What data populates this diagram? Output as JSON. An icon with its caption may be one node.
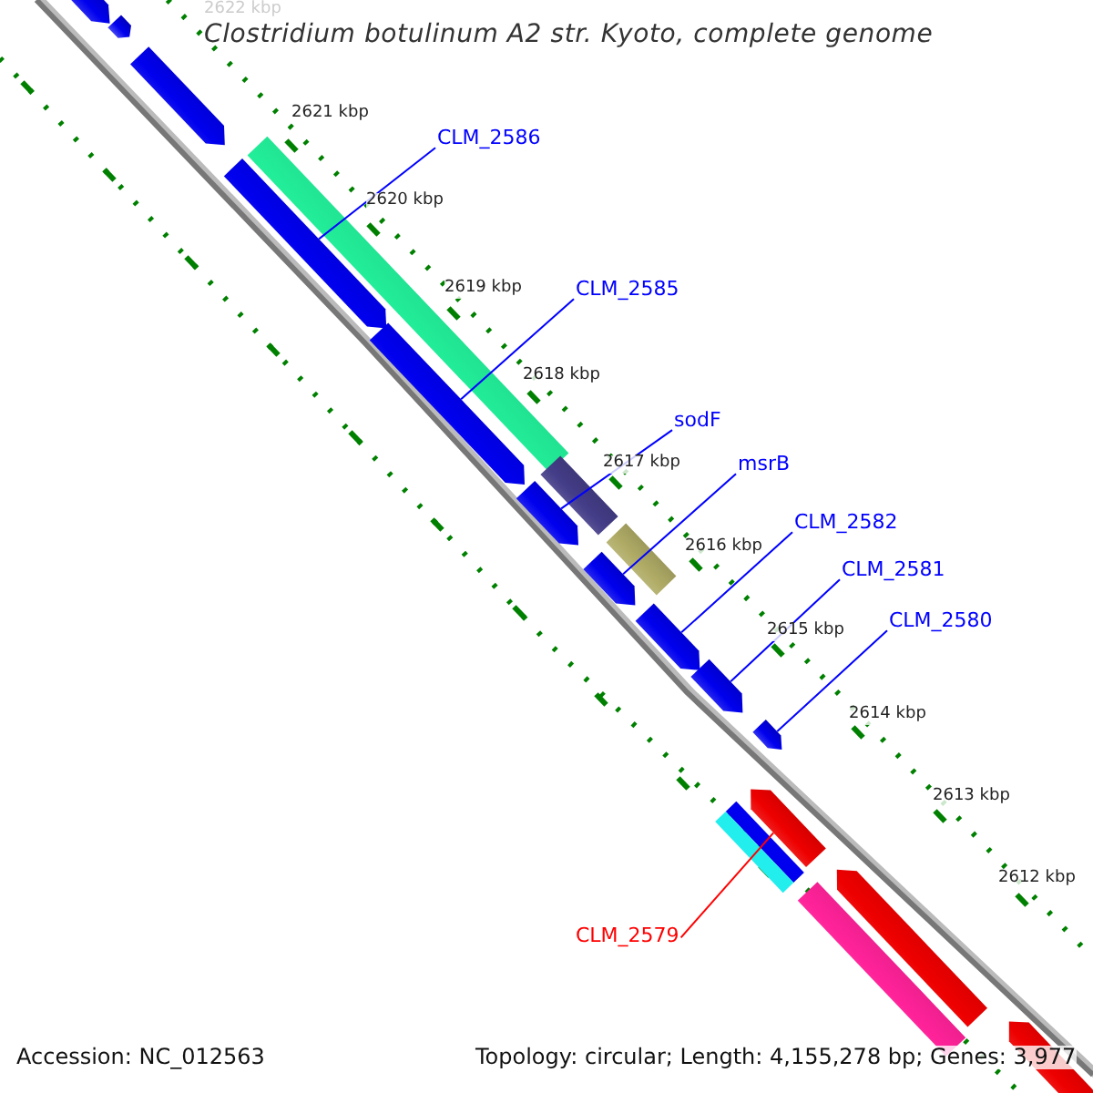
{
  "diagram": {
    "title": "Clostridium botulinum A2 str. Kyoto, complete genome",
    "nodes": [
      {
        "text": [
          "CLM_2586"
        ]
      },
      {
        "text": [
          "CLM_2585"
        ]
      },
      {
        "text": [
          "sodF"
        ]
      },
      {
        "text": [
          "msrB"
        ]
      },
      {
        "text": [
          "CLM_2582"
        ]
      },
      {
        "text": [
          "CLM_2581"
        ]
      },
      {
        "text": [
          "CLM_2580"
        ]
      },
      {
        "text": [
          "CLM_2579"
        ]
      },
      {
        "text": [],
        "shape": "arrow"
      },
      {
        "text": [],
        "shape": "arrow"
      },
      {
        "text": [],
        "shape": "arrow"
      },
      {
        "text": [],
        "shape": "arrow"
      },
      {
        "text": [],
        "shape": "arrow"
      },
      {
        "text": [],
        "shape": "arrow"
      },
      {
        "text": [],
        "shape": "arrow"
      },
      {
        "text": [],
        "shape": "arrow"
      },
      {
        "text": [],
        "shape": "arrow"
      },
      {
        "text": [],
        "shape": "arrow"
      },
      {
        "text": [],
        "shape": "arrow"
      },
      {
        "text": [],
        "shape": "bar"
      },
      {
        "text": [],
        "shape": "bar"
      },
      {
        "text": [],
        "shape": "bar"
      },
      {
        "text": [],
        "shape": "bar"
      },
      {
        "text": [],
        "shape": "arrow"
      },
      {
        "text": [],
        "shape": "bar"
      },
      {
        "text": [],
        "shape": "arrow"
      }
    ],
    "edges": [
      {
        "from": 0,
        "to": 8,
        "arrow": "none"
      },
      {
        "from": 1,
        "to": 9,
        "arrow": "none"
      },
      {
        "from": 2,
        "to": 10,
        "arrow": "none"
      },
      {
        "from": 3,
        "to": 11,
        "arrow": "none"
      },
      {
        "from": 4,
        "to": 12,
        "arrow": "none"
      },
      {
        "from": 5,
        "to": 13,
        "arrow": "none"
      },
      {
        "from": 6,
        "to": 14,
        "arrow": "none"
      },
      {
        "from": 7,
        "to": 15,
        "arrow": "none",
        "color": "#ff0000"
      }
    ],
    "labels": [
      "2622 kbp",
      "2621 kbp",
      "2620 kbp",
      "2619 kbp",
      "2618 kbp",
      "2617 kbp",
      "2616 kbp",
      "2615 kbp",
      "2614 kbp",
      "2613 kbp",
      "2612 kbp",
      "Accession: NC_012563",
      "Topology: circular; Length: 4,155,278 bp; Genes: 3,977"
    ]
  }
}
